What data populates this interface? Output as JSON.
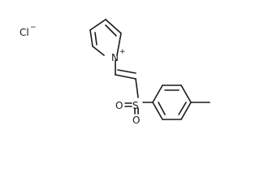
{
  "molecule": {
    "counterion": {
      "symbol": "Cl",
      "charge": "−"
    },
    "pyridinium": {
      "atom": "N",
      "charge": "+"
    },
    "sulfonyl": {
      "atom": "S",
      "oxygen_1": "O",
      "oxygen_2": "O"
    }
  }
}
